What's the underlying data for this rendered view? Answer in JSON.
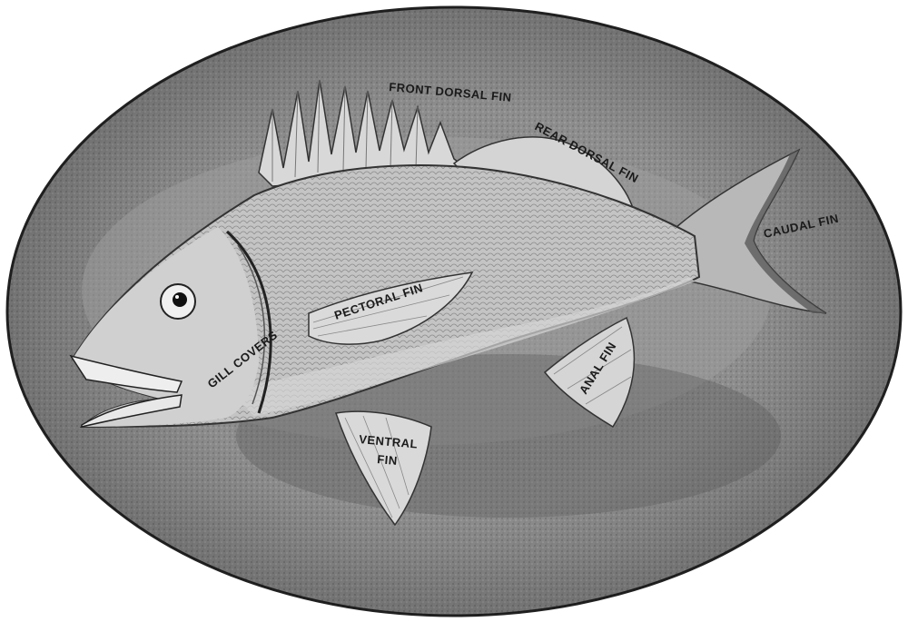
{
  "labels": {
    "front_dorsal_fin": "FRONT DORSAL FIN",
    "rear_dorsal_fin": "REAR DORSAL FIN",
    "caudal_fin": "CAUDAL FIN",
    "pectoral_fin": "PECTORAL FIN",
    "gill_covers": "GILL COVERS",
    "anal_fin": "ANAL FIN",
    "ventral_fin_line1": "VENTRAL",
    "ventral_fin_line2": "FIN"
  },
  "colors": {
    "background_oval": "#8f8f8f",
    "fish_body": "#c9c9c9",
    "fin": "#dcdcdc",
    "outline": "#2a2a2a"
  }
}
